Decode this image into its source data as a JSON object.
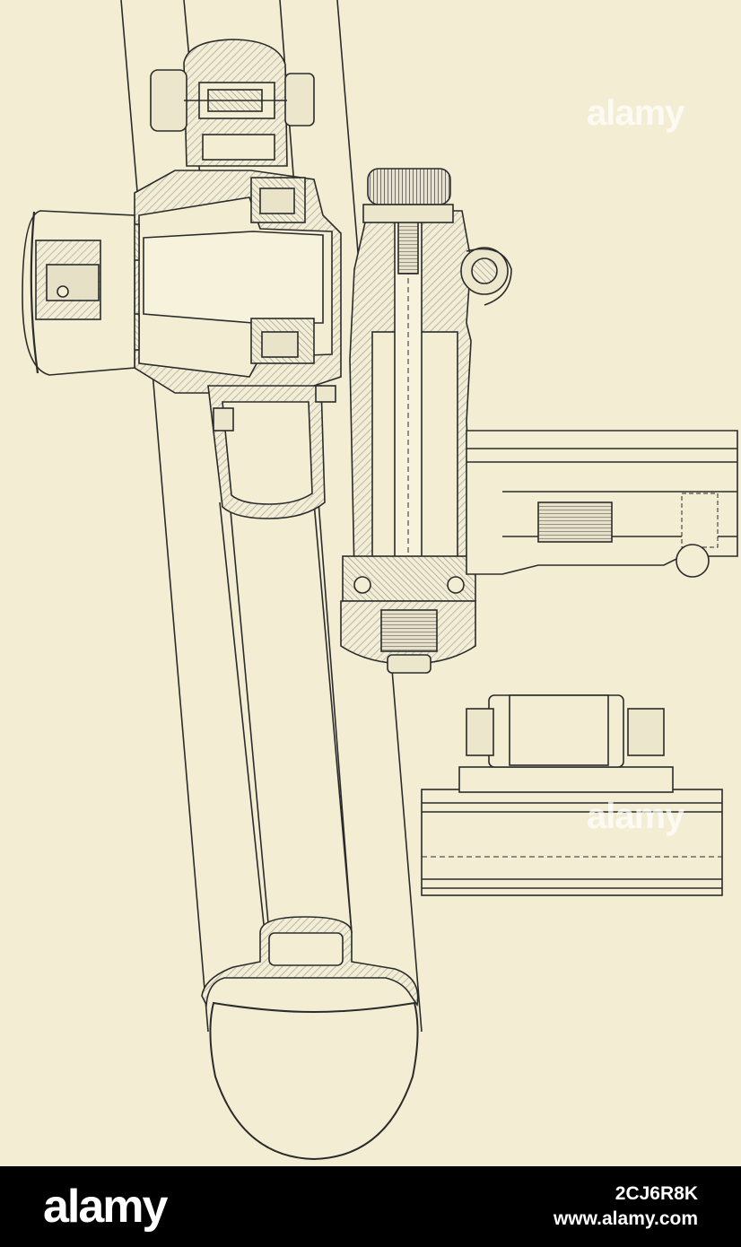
{
  "plate": {
    "paper_color": "#f3eed3",
    "ink_color": "#2b2b2b",
    "hatch_color": "#b8b8b8"
  },
  "watermarks": [
    "alamy",
    "alamy"
  ],
  "footer": {
    "logo": "alamy",
    "image_id": "2CJ6R8K",
    "site": "www.alamy.com"
  }
}
